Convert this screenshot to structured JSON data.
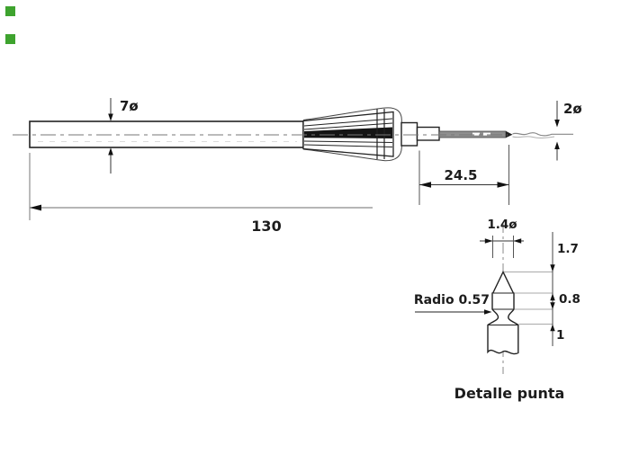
{
  "page": {
    "background": "#ffffff",
    "type_note": "technical drawing of a probe instrument with tip detail"
  },
  "markers": {
    "color": "#3ea32e"
  },
  "main_view": {
    "dim_shaft_diameter": "7ø",
    "dim_total_length": "130",
    "dim_tip_length": "24.5",
    "dim_tip_diameter": "2ø"
  },
  "detail_view": {
    "dim_tip_diameter": "1.4ø",
    "dim_cone_height": "1.7",
    "dim_band_height": "0.8",
    "dim_neck_height": "1",
    "dim_radius": "Radio 0.57",
    "caption": "Detalle punta"
  },
  "colors": {
    "outline": "#222222",
    "dim_line": "#555555",
    "ref_line": "#aaaaaa",
    "rod_fill": "#8f8f8f",
    "band_fill": "#151515",
    "marker_green": "#3ea32e"
  }
}
